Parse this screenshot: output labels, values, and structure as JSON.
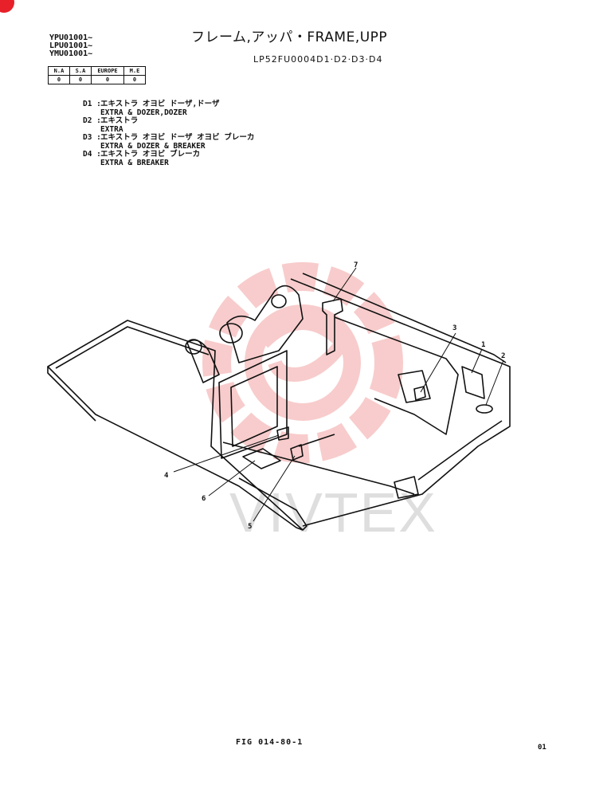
{
  "header": {
    "title": "フレーム,アッパ・FRAME,UPP",
    "model_codes": [
      "YPU01001~",
      "LPU01001~",
      "YMU01001~"
    ],
    "part_code": "LP52FU0004D1·D2·D3·D4"
  },
  "region_table": {
    "headers": [
      "N.A",
      "S.A",
      "EUROPE",
      "M.E"
    ],
    "values": [
      "0",
      "0",
      "0",
      "0"
    ]
  },
  "variants": [
    {
      "code": "D1 :",
      "jp": "エキストラ オヨビ ドーザ,ドーザ",
      "en": "EXTRA & DOZER,DOZER"
    },
    {
      "code": "D2 :",
      "jp": "エキストラ",
      "en": "EXTRA"
    },
    {
      "code": "D3 :",
      "jp": "エキストラ オヨビ ドーザ オヨビ ブレーカ",
      "en": "EXTRA & DOZER & BREAKER"
    },
    {
      "code": "D4 :",
      "jp": "エキストラ オヨビ ブレーカ",
      "en": "EXTRA & BREAKER"
    }
  ],
  "callouts": [
    "1",
    "2",
    "3",
    "4",
    "5",
    "6",
    "7"
  ],
  "watermark": {
    "text": "VIVTEX",
    "color": "#e84a4a",
    "logo": "gear-logo"
  },
  "footer": {
    "figure": "FIG 014-80-1",
    "page": "01"
  },
  "colors": {
    "ink": "#111111",
    "accent": "#e8202a"
  }
}
